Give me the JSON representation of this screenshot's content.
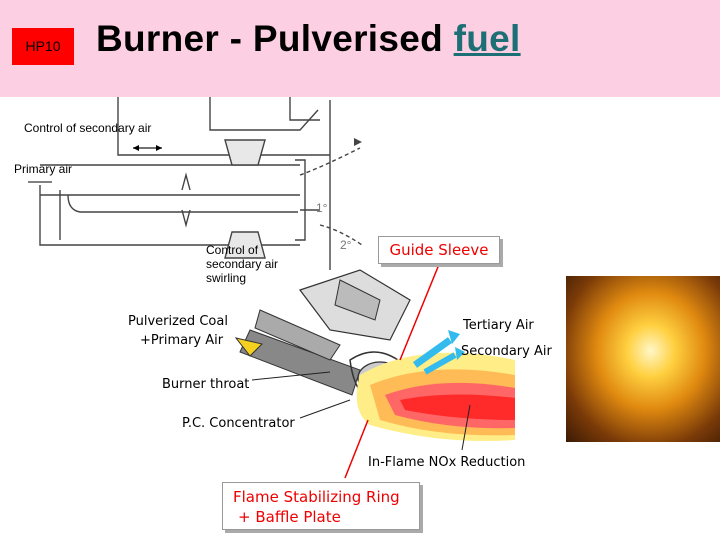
{
  "header": {
    "badge": "HP10",
    "title_main": "Burner - Pulverised ",
    "title_link": "fuel",
    "background": "#fccfe3"
  },
  "top_diagram": {
    "control_secondary_air": "Control of secondary air",
    "primary_air": "Primary air",
    "control_swirling": "Control of secondary air swirling",
    "angle_1": "1°",
    "angle_2": "2°"
  },
  "bottom_diagram": {
    "pulverized_coal": "Pulverized Coal",
    "primary_air": "+Primary Air",
    "burner_throat": "Burner throat",
    "po_concentrator": "P.C. Concentrator",
    "tertiary_air": "Tertiary Air",
    "secondary_air": "Secondary Air",
    "in_flame_nox": "In-Flame NOx Reduction",
    "guide_sleeve": "Guide Sleeve",
    "flame_ring_1": "Flame Stabilizing Ring",
    "flame_ring_2": "+ Baffle Plate"
  },
  "colors": {
    "accent_red": "#ff0000",
    "link_teal": "#1b6f75",
    "air_arrow": "#33bbee"
  }
}
